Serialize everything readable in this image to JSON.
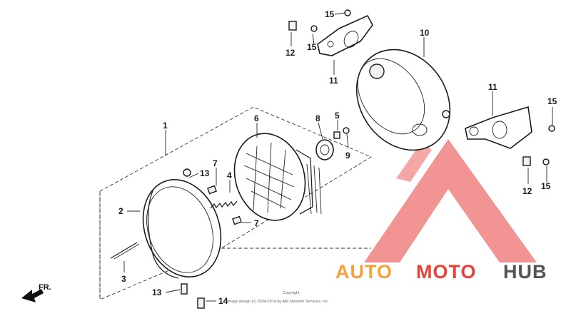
{
  "labels": {
    "p1": "1",
    "p2": "2",
    "p3": "3",
    "p4": "4",
    "p5": "5",
    "p6": "6",
    "p7a": "7",
    "p7b": "7",
    "p8": "8",
    "p9": "9",
    "p10": "10",
    "p11a": "11",
    "p11b": "11",
    "p12a": "12",
    "p12b": "12",
    "p13a": "13",
    "p13b": "13",
    "p14": "14",
    "p15a": "15",
    "p15b": "15",
    "p15c": "15",
    "p15d": "15"
  },
  "front_indicator": "FR.",
  "copyright": {
    "line1": "Copyright",
    "line2": "Image design (c) 2004-2014 by ARI Network Services, Inc."
  },
  "watermark": {
    "part1": "AUTO",
    "part2": "MOTO",
    "part3": "HUB",
    "colors": {
      "auto": "#f4a23c",
      "moto": "#e5423a",
      "hub": "#555555",
      "logo": "#ef6b6b"
    }
  }
}
